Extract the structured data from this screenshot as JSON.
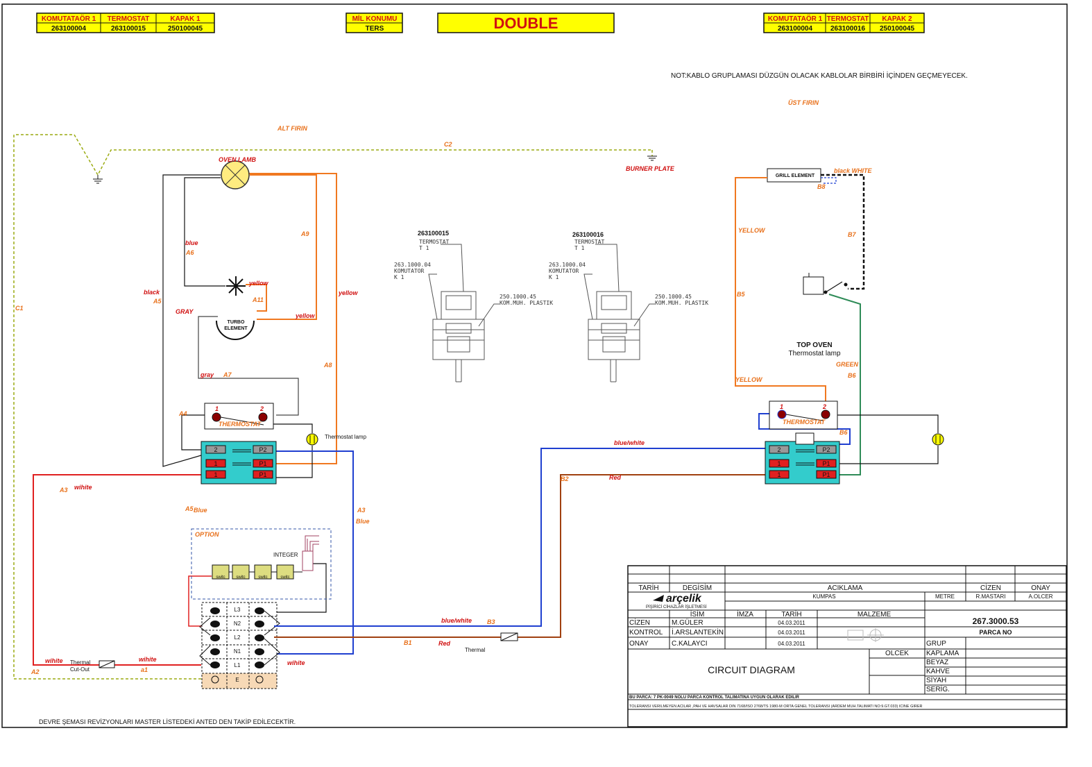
{
  "header": {
    "left": {
      "cols": [
        "KOMUTATAÖR 1",
        "TERMOSTAT",
        "KAPAK 1"
      ],
      "vals": [
        "263100004",
        "263100015",
        "250100045"
      ]
    },
    "mil": {
      "label": "MİL KONUMU",
      "value": "TERS"
    },
    "title": "DOUBLE",
    "right": {
      "cols": [
        "KOMUTATAÖR 1",
        "TERMOSTAT",
        "KAPAK 2"
      ],
      "vals": [
        "263100004",
        "263100016",
        "250100045"
      ]
    }
  },
  "note": "NOT:KABLO GRUPLAMASI DÜZGÜN OLACAK KABLOLAR BİRBİRİ İÇİNDEN GEÇMEYECEK.",
  "section": {
    "lower": "ALT FIRIN",
    "upper": "ÜST FIRIN"
  },
  "labels": {
    "c1": "C1",
    "c2": "C2",
    "burner": "BURNER PLATE",
    "oven_lamb": "OVEN LAMB",
    "blue": "blue",
    "a6": "A6",
    "a9": "A9",
    "black": "black",
    "a5": "A5",
    "yellow1": "yellow",
    "a11": "A11",
    "yellow2": "yellow",
    "yellow3": "yellow",
    "gray_up": "GRAY",
    "turbo1": "TURBO",
    "turbo2": "ELEMENT",
    "gray": "gray",
    "a7": "A7",
    "a8": "A8",
    "a4": "A4",
    "th1": "1",
    "th2": "2",
    "thermostat": "THERMOSTAT",
    "th_lamp": "Thermostat lamp",
    "a3w": "A3",
    "white1": "wihite",
    "a5b": "A5",
    "blue2": "Blue",
    "a3b": "A3",
    "blue3": "Blue",
    "option": "OPTION",
    "integer": "INTEGER",
    "switc": "switc",
    "l3": "L3",
    "n2": "N2",
    "l2": "L2",
    "n1": "N1",
    "l1": "L1",
    "e": "E",
    "white2": "wihite",
    "th_co1": "Thermal",
    "th_co2": "Cut-Out",
    "white3": "wihite",
    "a2": "A2",
    "a1": "a1",
    "white4": "wihite",
    "bw1": "blue/white",
    "b3": "B3",
    "b1": "B1",
    "red1": "Red",
    "thermal": "Thermal",
    "bw2": "blue/white",
    "b2": "B2",
    "red2": "Red",
    "grill": "GRILL ELEMENT",
    "bw_up": "black WHITE",
    "b8": "B8",
    "yellow4": "YELLOW",
    "b7": "B7",
    "b5": "B5",
    "top_oven": "TOP OVEN",
    "top_lamp": "Thermostat lamp",
    "green": "GREEN",
    "b6": "B6",
    "yellow5": "YELLOW",
    "th1r": "1",
    "th2r": "2",
    "thermostat_r": "THERMOSTAT",
    "b6r": "B6",
    "p2": "P2",
    "p1": "P1",
    "p1b": "P1",
    "t2": "2",
    "t1": "1",
    "t1b": "1"
  },
  "parts": [
    {
      "code": "263100015",
      "t1": "TERMOSTAT",
      "t2": "T 1",
      "k1": "263.1000.04",
      "k2": "KOMUTATOR",
      "k3": "K 1",
      "p1": "250.1000.45",
      "p2": "KOM.MUH. PLASTIK"
    },
    {
      "code": "263100016",
      "t1": "TERMOSTAT",
      "t2": "T 1",
      "k1": "263.1000.04",
      "k2": "KOMUTATOR",
      "k3": "K 1",
      "p1": "250.1000.45",
      "p2": "KOM.MUH. PLASTIK"
    }
  ],
  "footer": "DEVRE ŞEMASI REVİZYONLARI MASTER LİSTEDEKİ ANTED DEN TAKİP EDİLECEKTİR.",
  "title_block": {
    "tarih": "TARİH",
    "degisim": "DEGİSİM",
    "aciklama": "ACIKLAMA",
    "cizen_h": "CİZEN",
    "onay_h": "ONAY",
    "brand": "arçelik",
    "brand_sub": "PİŞİRİCİ CİHAZLAR İŞLETMESİ",
    "kumpas": "KUMPAS",
    "metre": "METRE",
    "cizen_name": "R.MASTARI",
    "onay_name": "A.OLCER",
    "isim": "İSİM",
    "imza": "İMZA",
    "tarih2": "TARİH",
    "malzeme": "MALZEME",
    "rows": [
      {
        "role": "CİZEN",
        "name": "M.GÜLER",
        "date": "04.03.2011"
      },
      {
        "role": "KONTROL",
        "name": "İ.ARSLANTEKİN",
        "date": "04.03.2011"
      },
      {
        "role": "ONAY",
        "name": "C.KALAYCI",
        "date": "04.03.2011"
      }
    ],
    "part_no": "267.3000.53",
    "parca_no": "PARCA NO",
    "grup": "GRUP",
    "olcek": "OLCEK",
    "finishes": [
      "KAPLAMA",
      "BEYAZ",
      "KAHVE",
      "SİYAH",
      "SERİG."
    ],
    "drawing_title": "CIRCUIT DIAGRAM",
    "note1": "BU PARCA: 7 PK-0049 NOLU PARCA KONTROL TALIMATINA UYGUN OLARAK EDILIR",
    "note2": "TOLERANSI VERILMEYEN ACILAR ,PAH VE HAVSALAR DIN 7168/ISO 2768/TS 1980-M ORTA GENEL TOLERANSI (ARDEM MUH.TALIMATI NO:9.GT.033) ICINE GIRER"
  },
  "colors": {
    "yellow": "#ffff00",
    "cyan": "#33cccc",
    "red": "#e02020",
    "orange": "#f07820",
    "blue": "#1f3fd0",
    "brown": "#a0400f",
    "green": "#2e8b57",
    "gray": "#555555"
  }
}
